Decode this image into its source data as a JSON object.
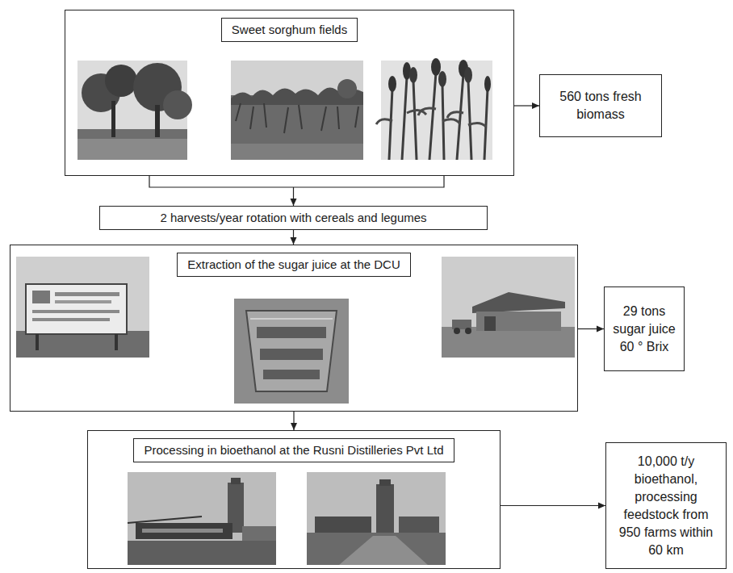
{
  "diagram": {
    "nodes": [
      {
        "text": [
          "Sweet sorghum fields"
        ]
      },
      {
        "text": [
          "560 tons fresh biomass"
        ]
      },
      {
        "text": [
          "2 harvests/year rotation with cereals and legumes"
        ]
      },
      {
        "text": [
          "Extraction of the sugar juice at the DCU"
        ]
      },
      {
        "text": [
          "29 tons sugar juice 60 ° Brix"
        ]
      },
      {
        "text": [
          "Processing in bioethanol at the Rusni Distilleries Pvt Ltd"
        ]
      },
      {
        "text": [
          "10,000 t/y bioethanol, processing feedstock from 950 farms within 60 km"
        ]
      }
    ],
    "edges": [
      {
        "from": 0,
        "to": 1,
        "arrow": "to"
      },
      {
        "from": 0,
        "to": 2,
        "arrow": "to"
      },
      {
        "from": 2,
        "to": 3,
        "arrow": "to"
      },
      {
        "from": 3,
        "to": 4,
        "arrow": "to"
      },
      {
        "from": 3,
        "to": 5,
        "arrow": "to"
      },
      {
        "from": 5,
        "to": 6,
        "arrow": "to"
      }
    ]
  }
}
